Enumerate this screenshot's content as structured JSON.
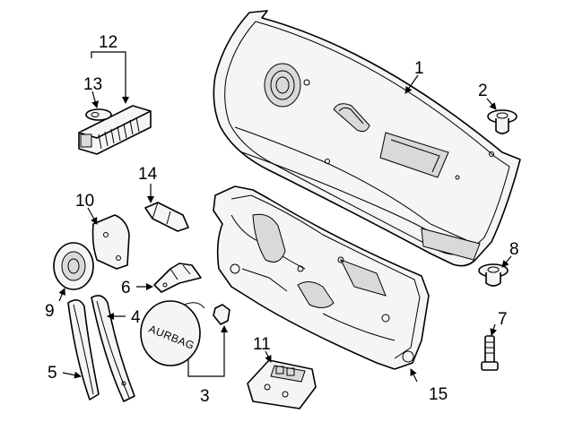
{
  "diagram": {
    "callouts": [
      {
        "id": "callout-1",
        "label": "1"
      },
      {
        "id": "callout-2",
        "label": "2"
      },
      {
        "id": "callout-3",
        "label": "3"
      },
      {
        "id": "callout-4",
        "label": "4"
      },
      {
        "id": "callout-5",
        "label": "5"
      },
      {
        "id": "callout-6",
        "label": "6"
      },
      {
        "id": "callout-7",
        "label": "7"
      },
      {
        "id": "callout-8",
        "label": "8"
      },
      {
        "id": "callout-9",
        "label": "9"
      },
      {
        "id": "callout-10",
        "label": "10"
      },
      {
        "id": "callout-11",
        "label": "11"
      },
      {
        "id": "callout-12",
        "label": "12"
      },
      {
        "id": "callout-13",
        "label": "13"
      },
      {
        "id": "callout-14",
        "label": "14"
      },
      {
        "id": "callout-15",
        "label": "15"
      }
    ],
    "airbag_label": "AURBAG"
  }
}
